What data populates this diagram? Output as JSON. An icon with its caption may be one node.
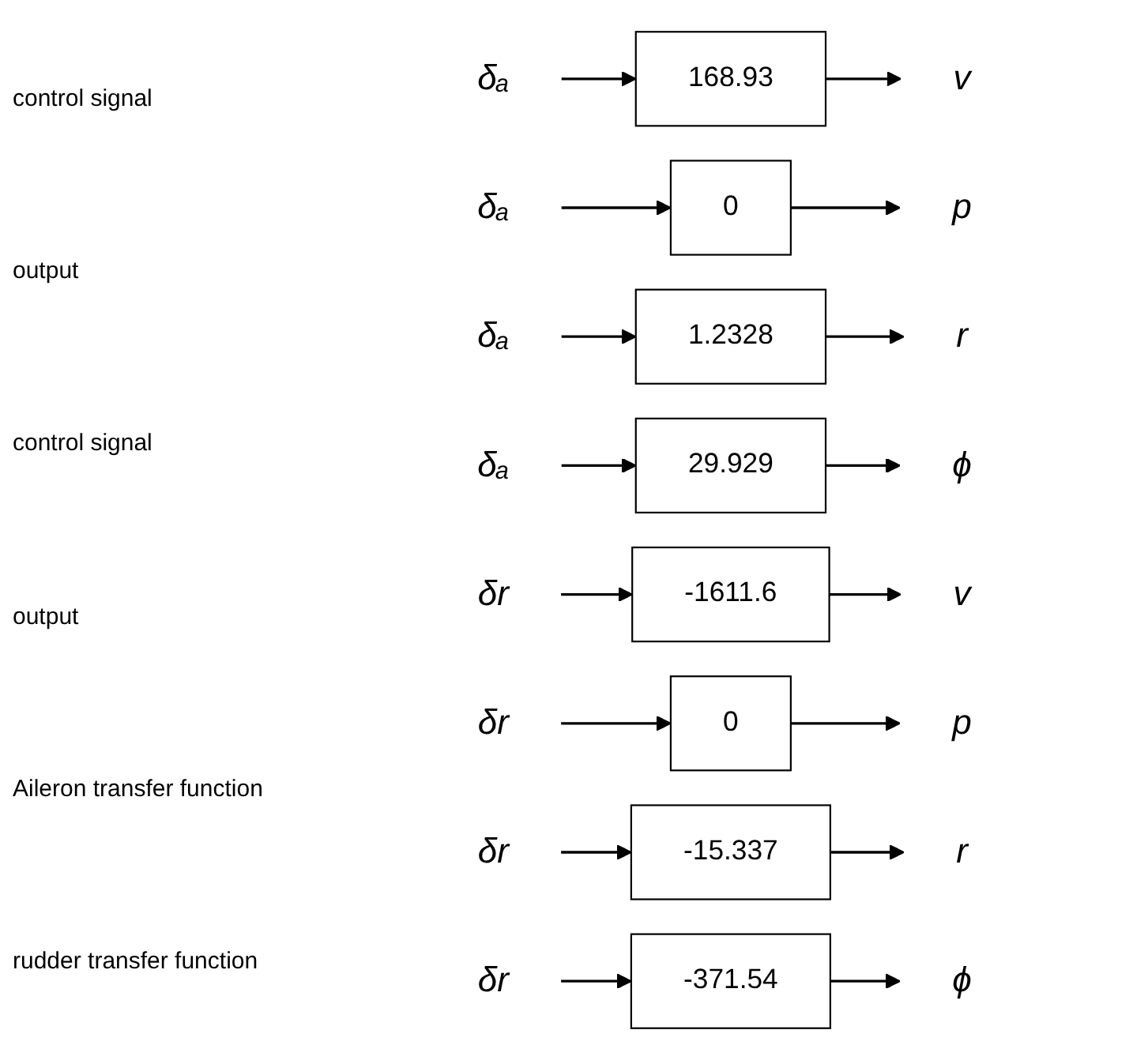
{
  "diagram": {
    "nodes": [
      {
        "text": [
          "δₐ"
        ]
      },
      {
        "text": [
          "168.93"
        ]
      },
      {
        "text": [
          "v"
        ]
      },
      {
        "text": [
          "δₐ"
        ]
      },
      {
        "text": [
          "0"
        ]
      },
      {
        "text": [
          "p"
        ]
      },
      {
        "text": [
          "δₐ"
        ]
      },
      {
        "text": [
          "1.2328"
        ]
      },
      {
        "text": [
          "r"
        ]
      },
      {
        "text": [
          "δₐ"
        ]
      },
      {
        "text": [
          "29.929"
        ]
      },
      {
        "text": [
          "ϕ"
        ]
      },
      {
        "text": [
          "δr"
        ]
      },
      {
        "text": [
          "-1611.6"
        ]
      },
      {
        "text": [
          "v"
        ]
      },
      {
        "text": [
          "δr"
        ]
      },
      {
        "text": [
          "0"
        ]
      },
      {
        "text": [
          "p"
        ]
      },
      {
        "text": [
          "δr"
        ]
      },
      {
        "text": [
          "-15.337"
        ]
      },
      {
        "text": [
          "r"
        ]
      },
      {
        "text": [
          "δr"
        ]
      },
      {
        "text": [
          "-371.54"
        ]
      },
      {
        "text": [
          "ϕ"
        ]
      }
    ],
    "edges": [
      {
        "from": 0,
        "to": 1,
        "arrow": "to"
      },
      {
        "from": 1,
        "to": 2,
        "arrow": "to"
      },
      {
        "from": 3,
        "to": 4,
        "arrow": "to"
      },
      {
        "from": 4,
        "to": 5,
        "arrow": "to"
      },
      {
        "from": 6,
        "to": 7,
        "arrow": "to"
      },
      {
        "from": 7,
        "to": 8,
        "arrow": "to"
      },
      {
        "from": 9,
        "to": 10,
        "arrow": "to"
      },
      {
        "from": 10,
        "to": 11,
        "arrow": "to"
      },
      {
        "from": 12,
        "to": 13,
        "arrow": "to"
      },
      {
        "from": 13,
        "to": 14,
        "arrow": "to"
      },
      {
        "from": 15,
        "to": 16,
        "arrow": "to"
      },
      {
        "from": 16,
        "to": 17,
        "arrow": "to"
      },
      {
        "from": 18,
        "to": 19,
        "arrow": "to"
      },
      {
        "from": 19,
        "to": 20,
        "arrow": "to"
      },
      {
        "from": 21,
        "to": 22,
        "arrow": "to"
      },
      {
        "from": 22,
        "to": 23,
        "arrow": "to"
      }
    ],
    "labels": [
      "control signal",
      "output",
      "control signal",
      "output",
      "Aileron transfer function",
      "rudder transfer function"
    ]
  }
}
